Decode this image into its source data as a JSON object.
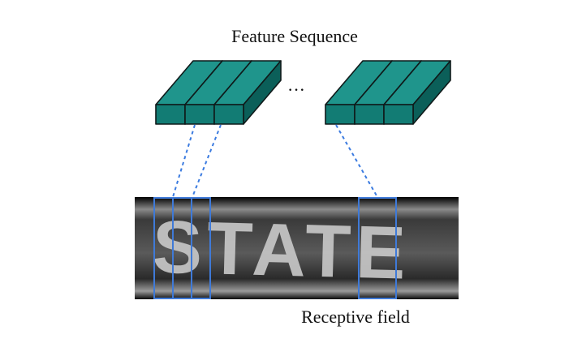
{
  "diagram": {
    "top_label": "Feature Sequence",
    "ellipsis": "···",
    "bottom_label": "Receptive field",
    "image_word": "STATE"
  },
  "colors": {
    "prism_front": "#127c74",
    "prism_top": "#1f958c",
    "prism_side": "#0b5f59",
    "prism_outline": "#0f1a1a",
    "dash_line": "#3b7be0",
    "receptive_box": "#3f7ad8",
    "image_bg": "#1b1b1b",
    "image_letters": "#c9c9c9"
  }
}
